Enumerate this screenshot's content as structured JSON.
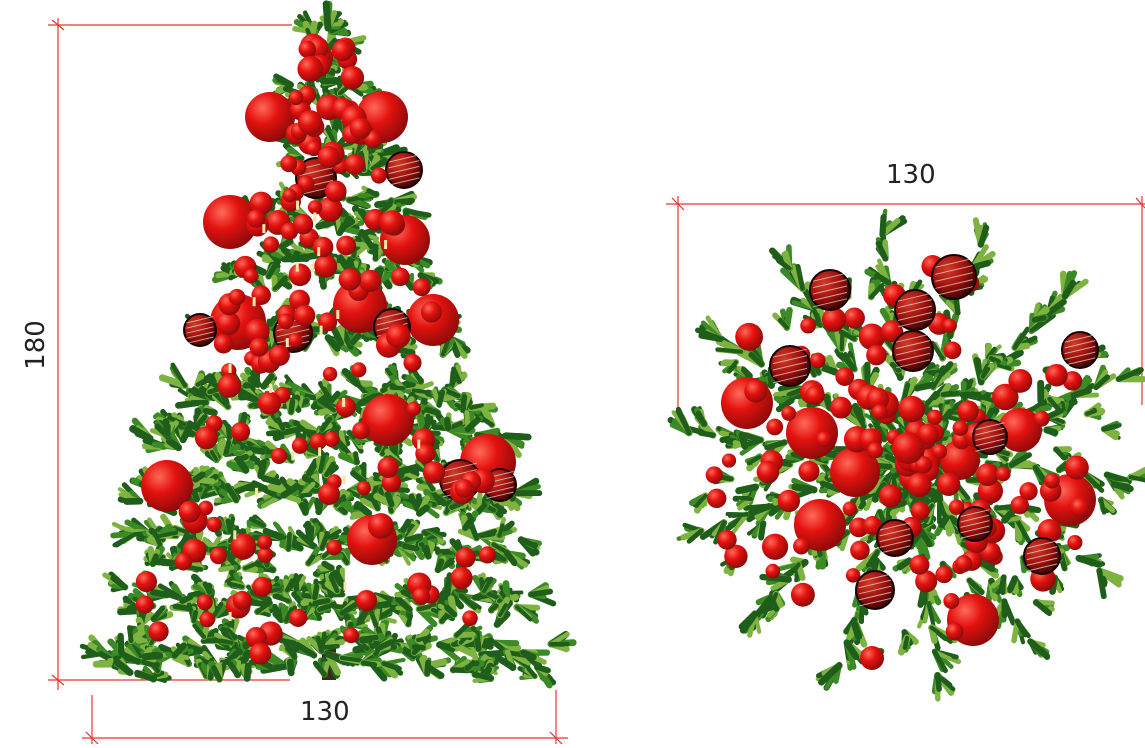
{
  "front_view": {
    "height_dimension": "180",
    "width_dimension": "130"
  },
  "top_view": {
    "width_dimension": "130"
  },
  "colors": {
    "dimension_line": "#e8342f",
    "needle_dark": "#1f5d1a",
    "needle_mid": "#3b8a26",
    "needle_light": "#7fb341",
    "ornament_red": "#e3120f",
    "ornament_dark": "#8e0b0a",
    "ornament_highlight": "#ff6a5a",
    "candle": "#f4e7a8"
  }
}
